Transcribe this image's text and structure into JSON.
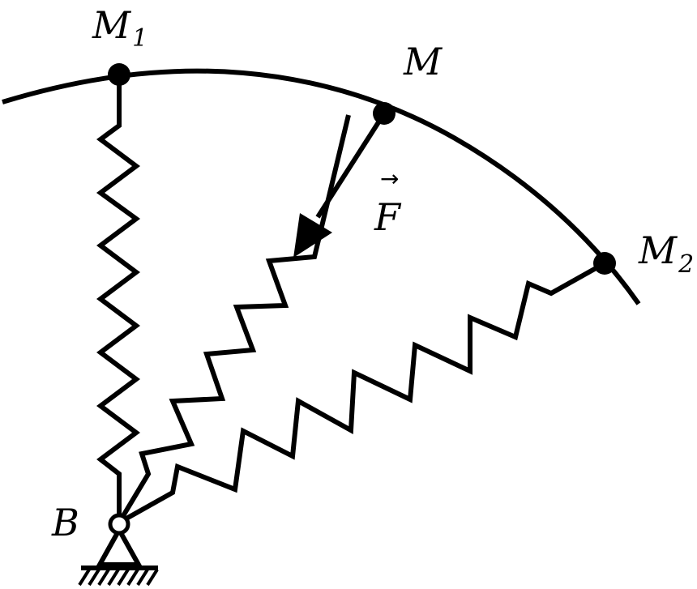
{
  "points": {
    "m1": {
      "letter": "M",
      "sub": "1"
    },
    "m": {
      "letter": "M",
      "sub": ""
    },
    "m2": {
      "letter": "M",
      "sub": "2"
    },
    "b": {
      "letter": "B",
      "sub": ""
    }
  },
  "force": {
    "symbol": "F",
    "arrow": "→"
  },
  "colors": {
    "ink": "#000000",
    "paper": "#ffffff"
  }
}
